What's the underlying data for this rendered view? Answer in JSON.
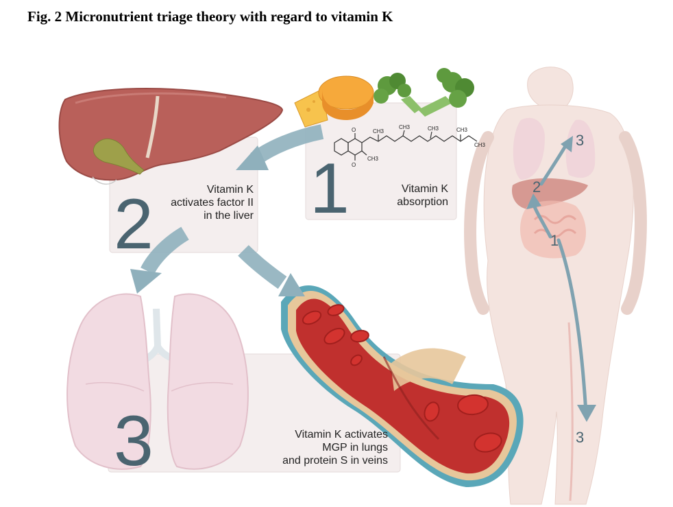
{
  "figure_title": "Fig. 2 Micronutrient triage theory with regard to vitamin K",
  "steps": [
    {
      "number": "1",
      "label_lines": [
        "Vitamin K",
        "absorption"
      ]
    },
    {
      "number": "2",
      "label_lines": [
        "Vitamin K",
        "activates factor II",
        "in the liver"
      ]
    },
    {
      "number": "3",
      "label_lines": [
        "Vitamin K activates",
        "MGP in lungs",
        "and protein S in veins"
      ]
    }
  ],
  "molecule": {
    "substituents": [
      "CH3",
      "CH3",
      "CH3",
      "CH3",
      "CH3",
      "CH3"
    ],
    "oxygens": [
      "O",
      "O"
    ]
  },
  "body_markers": [
    "1",
    "2",
    "3",
    "3"
  ],
  "colors": {
    "panel_fill": "#f4eeee",
    "panel_stroke": "#e3d9d9",
    "arrow": "#8fb0bc",
    "big_number": "#4a6470",
    "liver": "#b9605a",
    "lung": "#f2dbe2",
    "vessel_outer": "#5aa7b8",
    "vessel_wall": "#e7c79b",
    "blood": "#c0302e",
    "rbc": "#d3332f",
    "cheese": "#f7c34d",
    "broccoli": "#5e9a3e",
    "body_skin": "#f3e2dc"
  }
}
